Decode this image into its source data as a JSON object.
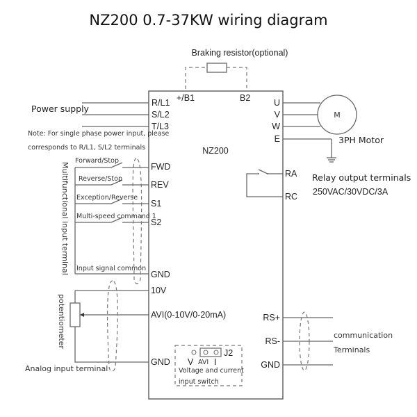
{
  "title": "NZ200 0.7-37KW wiring diagram",
  "device_label": "NZ200",
  "braking": {
    "label": "Braking resistor(optional)",
    "terminals": [
      "+/B1",
      "B2"
    ]
  },
  "power": {
    "label": "Power supply",
    "terminals": [
      "R/L1",
      "S/L2",
      "T/L3"
    ],
    "note_line1": "Note:  For single phase power input, please",
    "note_line2": "corresponds to R/L1, S/L2 terminals"
  },
  "motor": {
    "terminals": [
      "U",
      "V",
      "W",
      "E"
    ],
    "symbol": "M",
    "label": "3PH Motor"
  },
  "relay": {
    "terminals": [
      "RA",
      "RC"
    ],
    "label_line1": "Relay output terminals",
    "label_line2": "250VAC/30VDC/3A"
  },
  "digital_inputs": {
    "group_label": "Multifunctional input terminal",
    "items": [
      {
        "function": "Forward/Stop",
        "terminal": "FWD"
      },
      {
        "function": "Reverse/Stop",
        "terminal": "REV"
      },
      {
        "function": "Exception/Reverse",
        "terminal": "S1"
      },
      {
        "function": "Multi-speed command 1",
        "terminal": "S2"
      }
    ],
    "common_label": "Input signal common",
    "common_terminal": "GND"
  },
  "analog": {
    "group_label": "Analog input terminal",
    "component_label": "potentiometer",
    "terminals": [
      "10V",
      "AVI(0-10V/0-20mA)",
      "GND"
    ]
  },
  "jumper": {
    "name": "J2",
    "positions": [
      "V",
      "AVI",
      "I"
    ],
    "label_line1": "Voltage and current",
    "label_line2": "input switch"
  },
  "communication": {
    "terminals": [
      "RS+",
      "RS-",
      "GND"
    ],
    "label_line1": "communication",
    "label_line2": "Terminals"
  }
}
